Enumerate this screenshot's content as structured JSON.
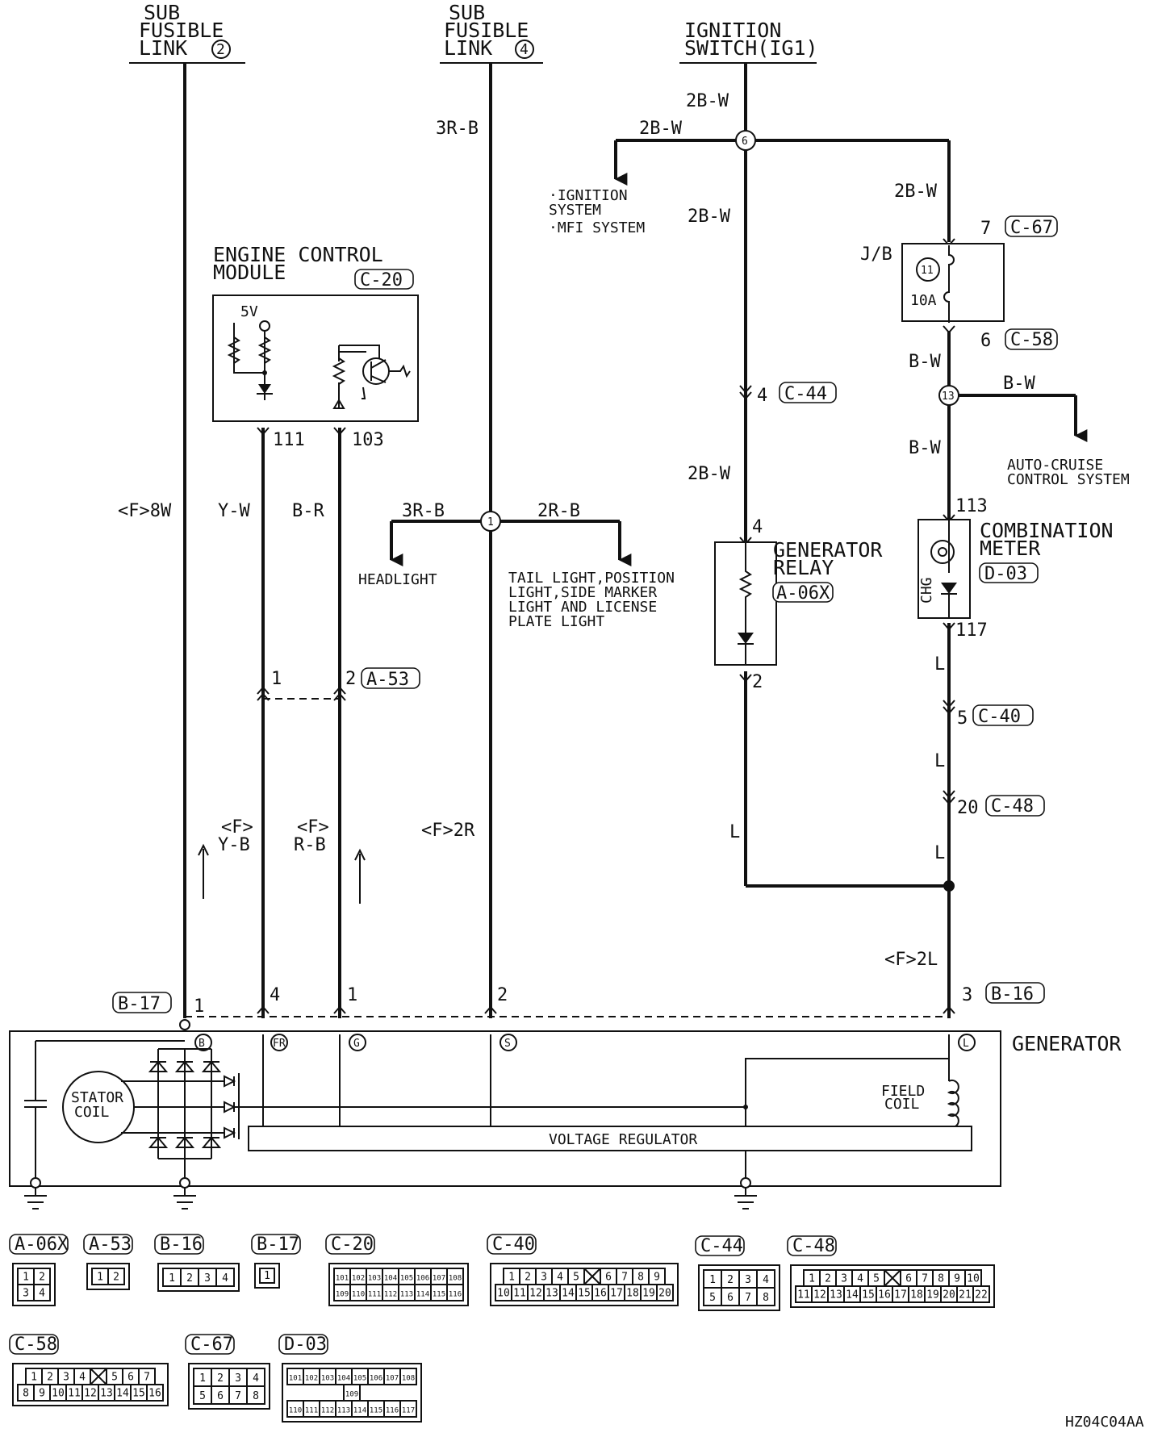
{
  "sources": {
    "sub_fusible_link_2": [
      "SUB",
      "FUSIBLE",
      "LINK"
    ],
    "sub_fusible_link_2_num": "2",
    "sub_fusible_link_4": [
      "SUB",
      "FUSIBLE",
      "LINK"
    ],
    "sub_fusible_link_4_num": "4",
    "ignition_switch": [
      "IGNITION",
      "SWITCH(IG1)"
    ]
  },
  "wires": {
    "w_3rb_top": "3R-B",
    "w_2bw_a": "2B-W",
    "w_2bw_b": "2B-W",
    "w_2bw_c": "2B-W",
    "w_2bw_d": "2B-W",
    "w_2bw_e": "2B-W",
    "w_bw_a": "B-W",
    "w_bw_b": "B-W",
    "w_bw_c": "B-W",
    "w_f8w": "<F>8W",
    "w_yw": "Y-W",
    "w_br": "B-R",
    "w_3rb_mid": "3R-B",
    "w_2rb": "2R-B",
    "w_fyb": [
      "<F>",
      "Y-B"
    ],
    "w_frb": [
      "<F>",
      "R-B"
    ],
    "w_f2r": "<F>2R",
    "w_l_relay": "L",
    "w_l_a": "L",
    "w_l_b": "L",
    "w_l_c": "L",
    "w_f2l": "<F>2L"
  },
  "loads": {
    "ignition_system": [
      "·IGNITION",
      " SYSTEM",
      "·MFI SYSTEM"
    ],
    "auto_cruise": [
      "AUTO-CRUISE",
      "CONTROL SYSTEM"
    ],
    "headlight": "HEADLIGHT",
    "tail_light": [
      "TAIL LIGHT,POSITION",
      "LIGHT,SIDE MARKER",
      "LIGHT AND LICENSE",
      "PLATE LIGHT"
    ]
  },
  "components": {
    "ecm": [
      "ENGINE CONTROL",
      "MODULE"
    ],
    "ecm_conn": "C-20",
    "ecm_5v": "5V",
    "generator_relay": [
      "GENERATOR",
      "RELAY"
    ],
    "generator_relay_conn": "A-06X",
    "combination_meter": [
      "COMBINATION",
      "METER"
    ],
    "combination_meter_conn": "D-03",
    "chg": "CHG",
    "jb": "J/B",
    "fuse_num": "11",
    "fuse_rating": "10A",
    "generator": "GENERATOR",
    "stator_coil": [
      "STATOR",
      "COIL"
    ],
    "field_coil": [
      "FIELD",
      "COIL"
    ],
    "voltage_regulator": "VOLTAGE REGULATOR"
  },
  "junctions": [
    "6",
    "13",
    "1"
  ],
  "pins": {
    "ecm_111": "111",
    "ecm_103": "103",
    "c67_pin": "7",
    "c67": "C-67",
    "c58_pin": "6",
    "c58": "C-58",
    "c44_pin": "4",
    "c44": "C-44",
    "relay_4": "4",
    "relay_2": "2",
    "meter_113": "113",
    "meter_117": "117",
    "c40_pin": "5",
    "c40": "C-40",
    "c48_pin": "20",
    "c48": "C-48",
    "a53_1": "1",
    "a53_2": "2",
    "a53": "A-53",
    "b17": "B-17",
    "b17_pin": "1",
    "b16_pin_4": "4",
    "b16_pin_1": "1",
    "b16_pin_2": "2",
    "b16_pin_3": "3",
    "b16": "B-16",
    "term_b": "B",
    "term_fr": "FR",
    "term_g": "G",
    "term_s": "S",
    "term_l": "L"
  },
  "connectors": {
    "a06x": {
      "label": "A-06X",
      "rows": [
        [
          "1",
          "2"
        ],
        [
          "3",
          "4"
        ]
      ]
    },
    "a53": {
      "label": "A-53",
      "rows": [
        [
          "1",
          "2"
        ]
      ]
    },
    "b16": {
      "label": "B-16",
      "rows": [
        [
          "1",
          "2",
          "3",
          "4"
        ]
      ]
    },
    "b17": {
      "label": "B-17",
      "rows": [
        [
          "1"
        ]
      ]
    },
    "c20": {
      "label": "C-20",
      "rows": [
        [
          "101",
          "102",
          "103",
          "104",
          "105",
          "106",
          "107",
          "108"
        ],
        [
          "109",
          "110",
          "111",
          "112",
          "113",
          "114",
          "115",
          "116"
        ]
      ]
    },
    "c40": {
      "label": "C-40",
      "rows": [
        [
          "1",
          "2",
          "3",
          "4",
          "5",
          "",
          "6",
          "7",
          "8",
          "9"
        ],
        [
          "10",
          "11",
          "12",
          "13",
          "14",
          "15",
          "16",
          "17",
          "18",
          "19",
          "20"
        ]
      ]
    },
    "c44": {
      "label": "C-44",
      "rows": [
        [
          "1",
          "2",
          "3",
          "4"
        ],
        [
          "5",
          "6",
          "7",
          "8"
        ]
      ]
    },
    "c48": {
      "label": "C-48",
      "rows": [
        [
          "1",
          "2",
          "3",
          "4",
          "5",
          "",
          "6",
          "7",
          "8",
          "9",
          "10"
        ],
        [
          "11",
          "12",
          "13",
          "14",
          "15",
          "16",
          "17",
          "18",
          "19",
          "20",
          "21",
          "22"
        ]
      ]
    },
    "c58": {
      "label": "C-58",
      "rows": [
        [
          "1",
          "2",
          "3",
          "4",
          "",
          "5",
          "6",
          "7"
        ],
        [
          "8",
          "9",
          "10",
          "11",
          "12",
          "13",
          "14",
          "15",
          "16"
        ]
      ]
    },
    "c67": {
      "label": "C-67",
      "rows": [
        [
          "1",
          "2",
          "3",
          "4"
        ],
        [
          "5",
          "6",
          "7",
          "8"
        ]
      ]
    },
    "d03": {
      "label": "D-03",
      "rows": [
        [
          "101",
          "102",
          "103",
          "104",
          "105",
          "106",
          "107",
          "108"
        ],
        [
          "109"
        ],
        [
          "110",
          "111",
          "112",
          "113",
          "114",
          "115",
          "116",
          "117"
        ]
      ]
    }
  },
  "footer_code": "HZ04C04AA"
}
